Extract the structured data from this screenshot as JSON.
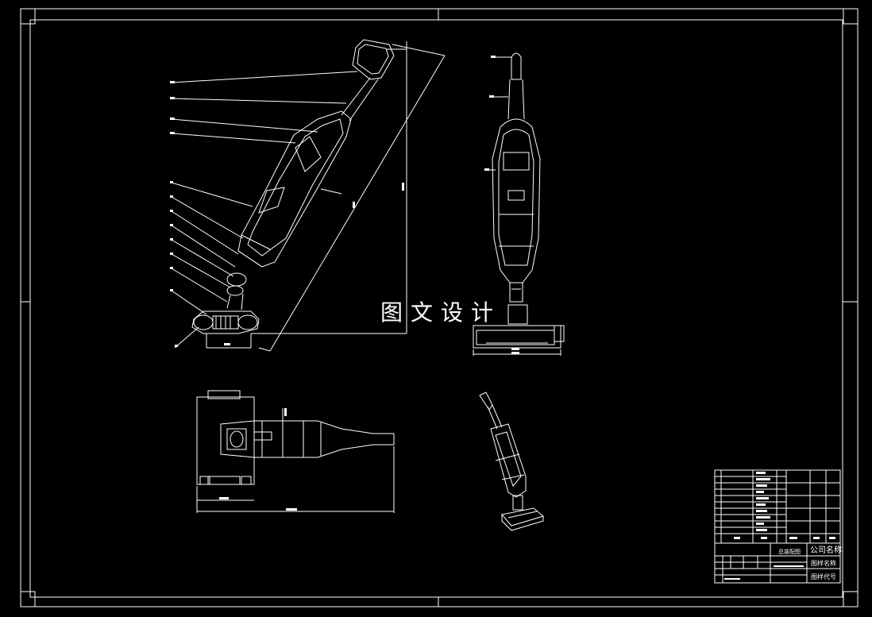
{
  "watermark": "图文设计",
  "title_block": {
    "company_name": "公司名称",
    "drawing_name": "图样名称",
    "drawing_code": "图样代号",
    "assembly_label": "总装配图"
  }
}
